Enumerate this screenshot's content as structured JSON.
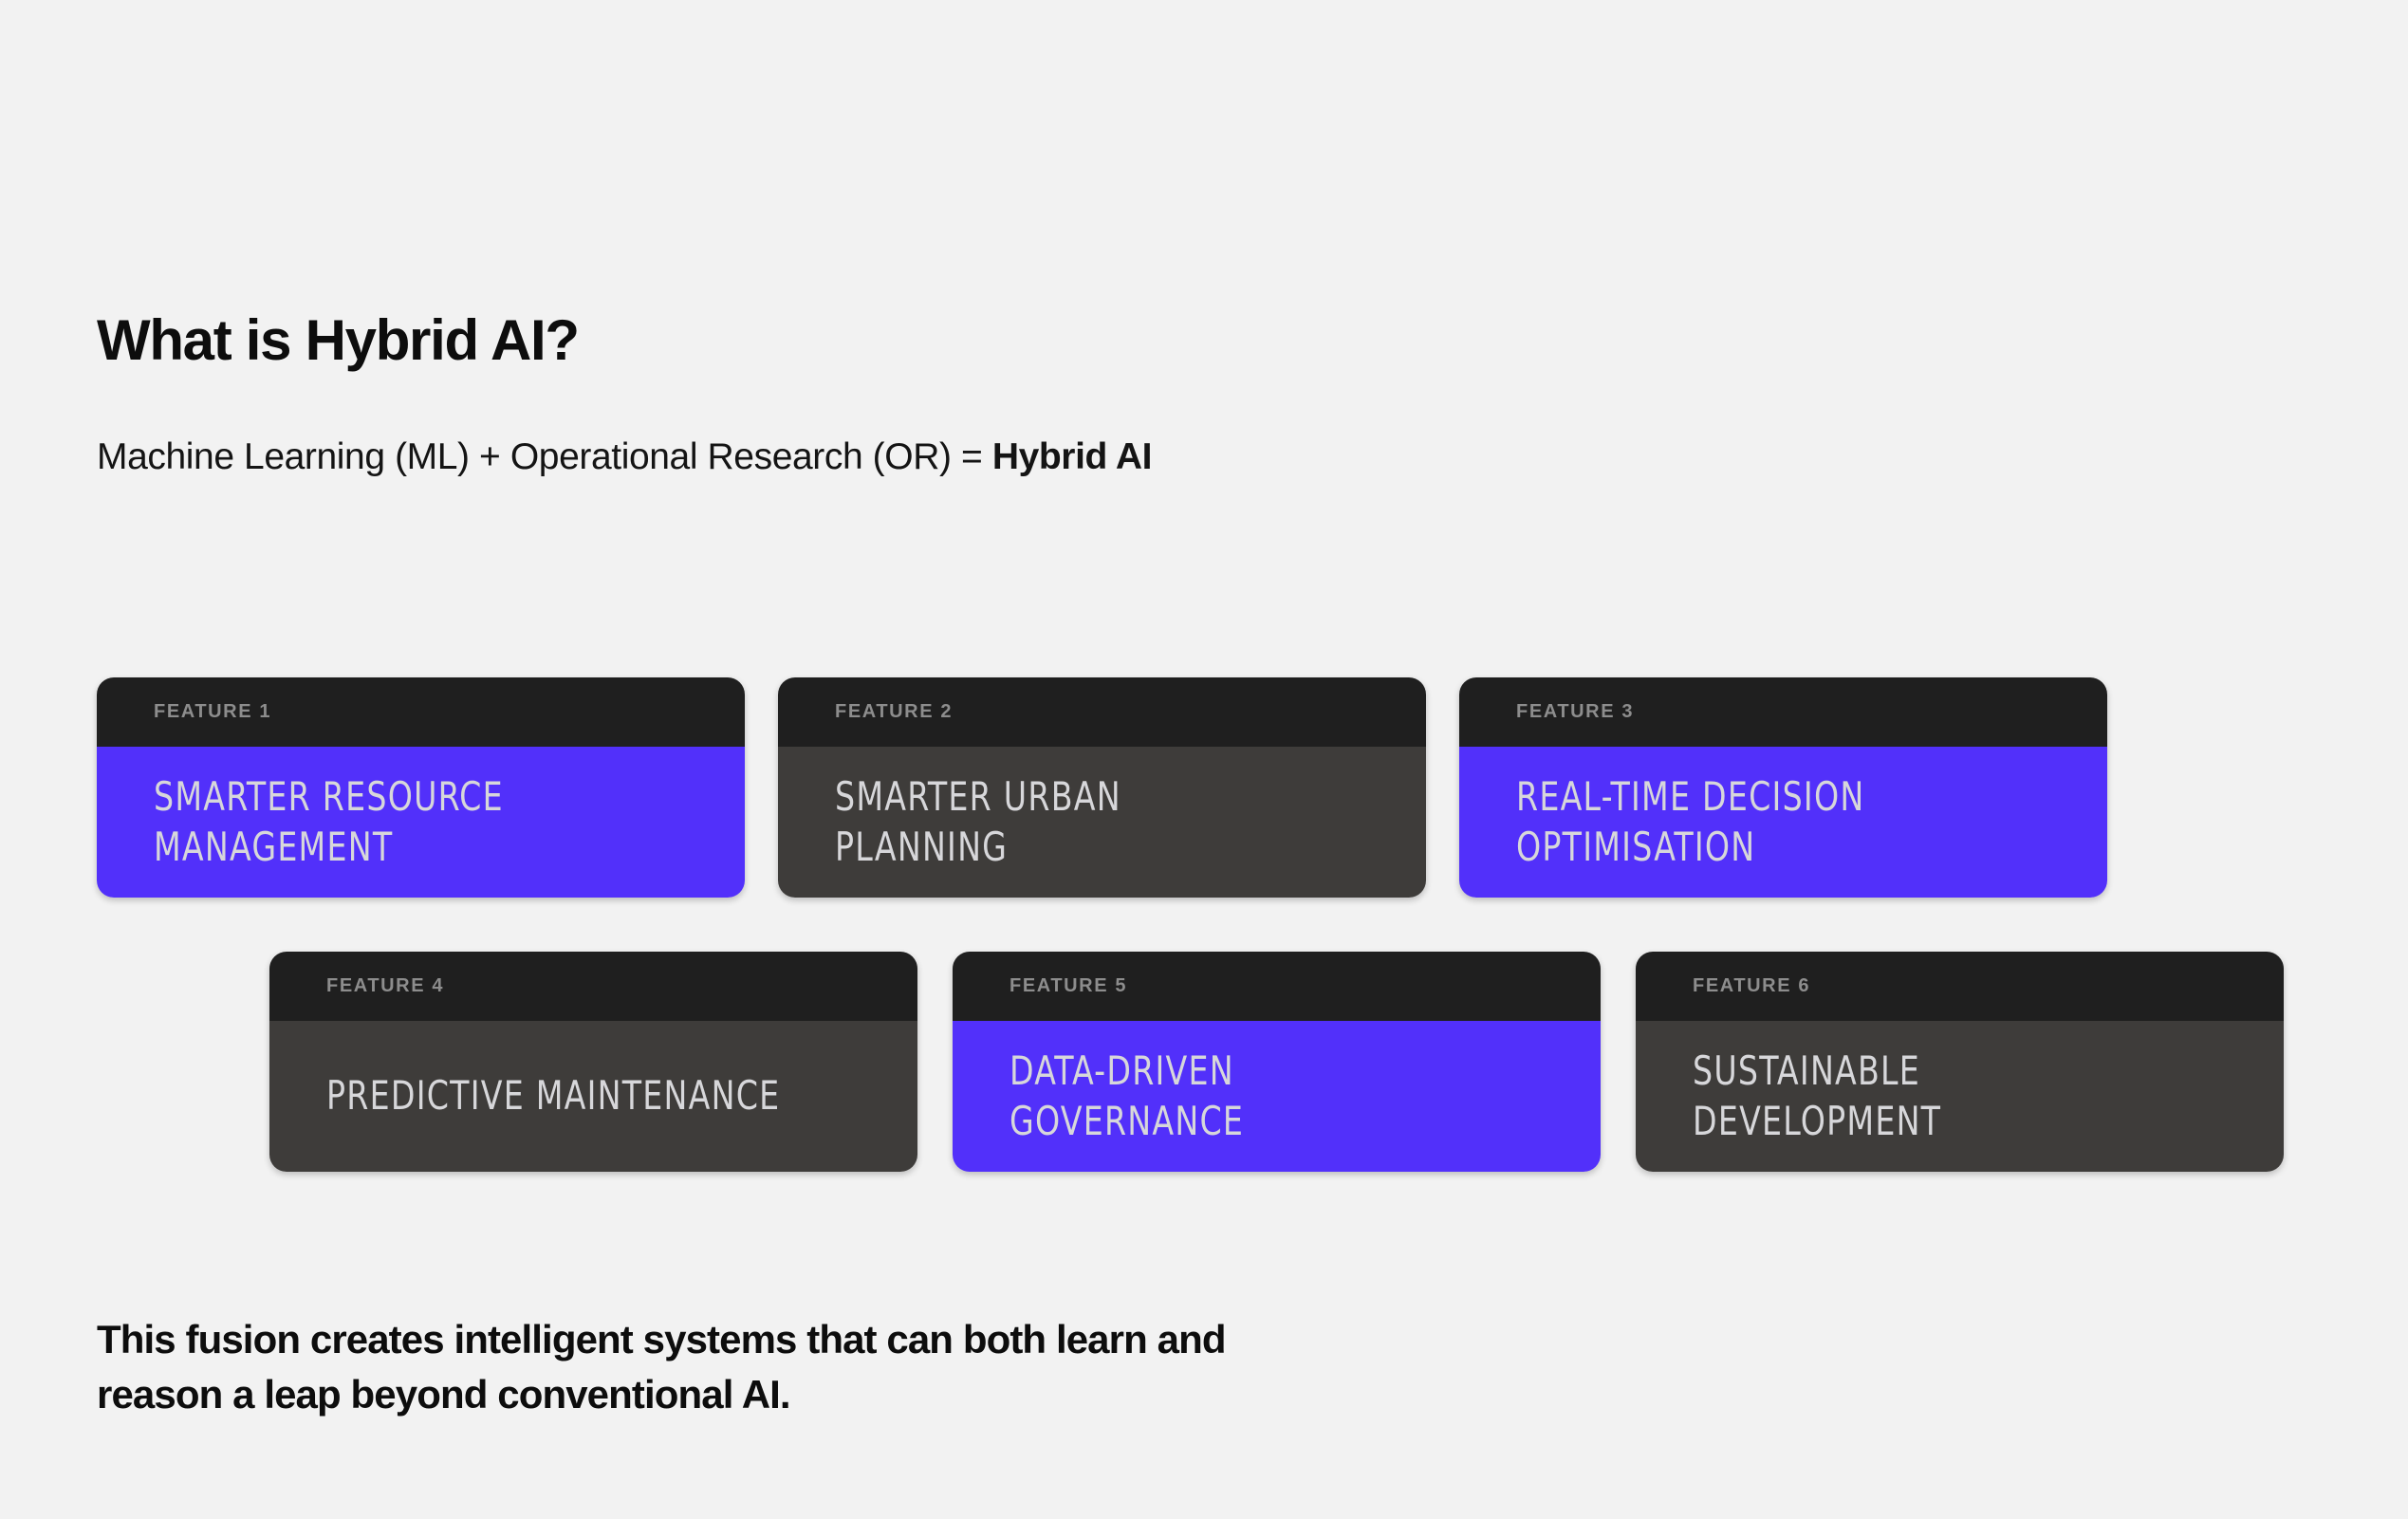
{
  "theme": {
    "background": "#f2f2f2",
    "accent_purple": "#5230fa",
    "card_dark": "#3e3c3a",
    "header_dark": "#1f1f1f",
    "eyebrow_text": "#8d8d8d",
    "card_title_text": "#d7d7da",
    "heading_text": "#0d0d0d"
  },
  "heading": {
    "title": "What is Hybrid AI?",
    "subtitle_lead": "Machine Learning (ML) + Operational Research (OR) = ",
    "subtitle_accent": "Hybrid AI"
  },
  "features": {
    "row1": [
      {
        "eyebrow": "FEATURE 1",
        "title": "SMARTER RESOURCE\nMANAGEMENT",
        "variant": "purple"
      },
      {
        "eyebrow": "FEATURE 2",
        "title": "SMARTER URBAN\nPLANNING",
        "variant": "dark"
      },
      {
        "eyebrow": "FEATURE 3",
        "title": "REAL-TIME DECISION\nOPTIMISATION",
        "variant": "purple"
      }
    ],
    "row2": [
      {
        "eyebrow": "FEATURE 4",
        "title": "PREDICTIVE MAINTENANCE",
        "variant": "dark"
      },
      {
        "eyebrow": "FEATURE 5",
        "title": "DATA-DRIVEN\nGOVERNANCE",
        "variant": "purple"
      },
      {
        "eyebrow": "FEATURE 6",
        "title": "SUSTAINABLE\nDEVELOPMENT",
        "variant": "dark"
      }
    ]
  },
  "footer": {
    "text": "This fusion creates intelligent systems that can both learn and\nreason  a leap beyond conventional AI."
  }
}
